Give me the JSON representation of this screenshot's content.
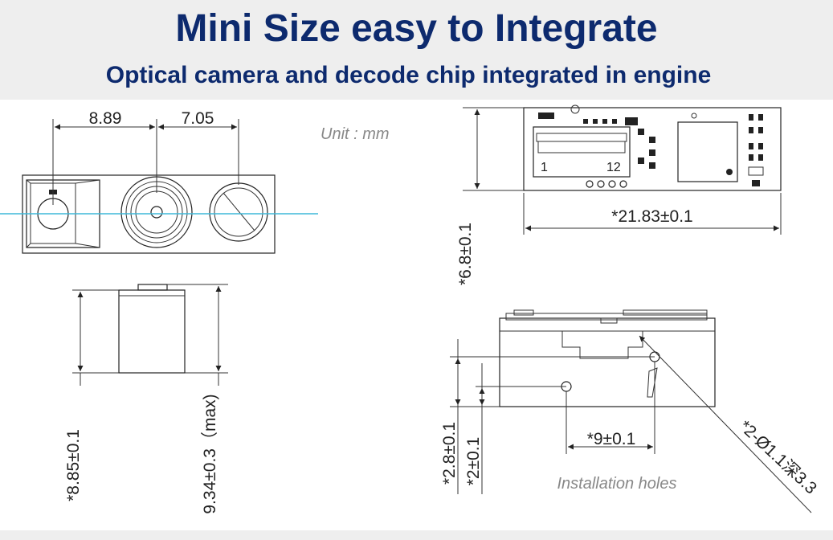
{
  "header": {
    "title": "Mini Size easy to Integrate",
    "subtitle": "Optical camera and decode chip integrated in engine"
  },
  "notes": {
    "unit": "Unit : mm",
    "installation": "Installation holes"
  },
  "dimensions": {
    "front_left": "8.89",
    "front_right": "7.05",
    "side_height": "*8.85±0.1",
    "side_height_max": "9.34±0.3（max)",
    "top_width": "*21.83±0.1",
    "top_height": "*6.8±0.1",
    "hole_spacing": "*9±0.1",
    "hole_height_a": "*2.8±0.1",
    "hole_height_b": "*2±0.1",
    "hole_spec": "*2-Ø1.1深3.3"
  },
  "connector": {
    "pin_first": "1",
    "pin_last": "12"
  },
  "colors": {
    "title": "#0d2a6e",
    "header_bg": "#eeeeee",
    "optical_axis": "#3fb8d8"
  }
}
